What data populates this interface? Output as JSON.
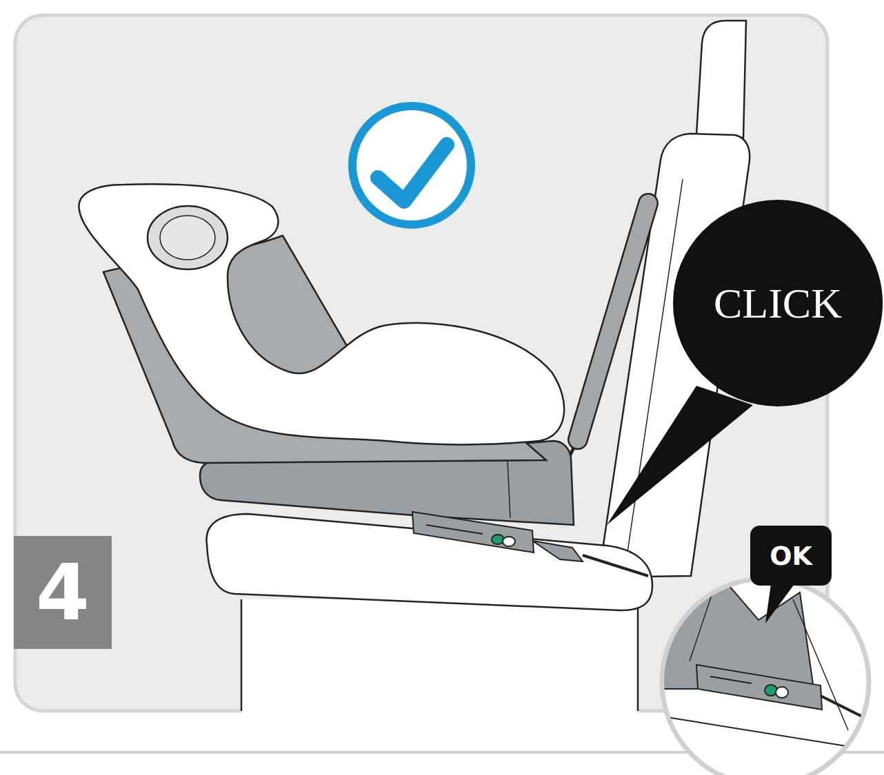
{
  "diagram": {
    "nodes": [
      {
        "text": [
          "CLICK"
        ]
      },
      {
        "text": [
          "4"
        ]
      },
      {
        "text": [
          "OK"
        ]
      }
    ]
  }
}
